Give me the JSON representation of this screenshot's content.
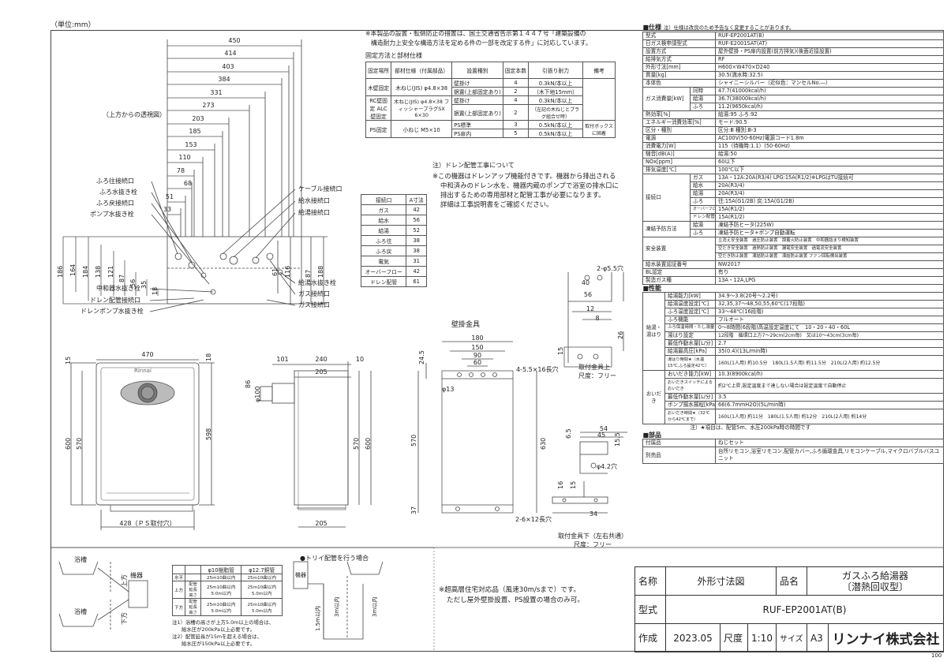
{
  "header": {
    "unit": "（単位:mm）"
  },
  "view": {
    "top_label": "（上方からの透視図）",
    "top_dims": [
      "450",
      "414",
      "403",
      "384",
      "331",
      "273",
      "203",
      "185",
      "153",
      "110",
      "78",
      "68",
      "51",
      "33"
    ],
    "left_dims": [
      "186",
      "164",
      "184",
      "138",
      "121",
      "87",
      "56",
      "35",
      "18"
    ],
    "right_dims": [
      "61",
      "116",
      "87",
      "188"
    ],
    "labels_left": [
      "ふろ往接続口",
      "ふろ水抜き栓",
      "ふろ戻接続口",
      "ポンプ水抜き栓"
    ],
    "labels_left_bottom": [
      "中和器水抜き栓",
      "ドレン配管接続口",
      "ドレンポンプ水抜き栓"
    ],
    "labels_right": [
      "ケーブル接続口",
      "給水接続口",
      "給湯接続口"
    ],
    "labels_right_bottom": [
      "給湯水抜き栓",
      "ガス接続口",
      "ガス接続口"
    ]
  },
  "front": {
    "w": "470",
    "h1": "600",
    "h2": "570",
    "h3": "598",
    "d15": "15",
    "d18": "18",
    "pitch": "428（ＰＳ取付穴）",
    "brand": "Rinnai"
  },
  "side": {
    "d101": "101",
    "d240": "240",
    "d10": "10",
    "d205": "205",
    "d86": "86",
    "dia": "φ100",
    "h570": "570",
    "h600": "600",
    "bottom": "205"
  },
  "bracket": {
    "title": "壁掛金具",
    "dims": [
      "180",
      "150",
      "90",
      "60",
      "24.5",
      "570",
      "37",
      "630"
    ],
    "hole_note": "4-5.5×16長穴",
    "dia": "φ13",
    "bottom_note": "2-6×12長穴",
    "lower_cap1": "取付金具下（左右共通）",
    "lower_cap2": "尺度：フリー"
  },
  "upper_fitting": {
    "holes": "2-φ5.5穴",
    "dims": [
      "40",
      "56",
      "12",
      "8",
      "26",
      "15"
    ],
    "cap1": "取付金具上",
    "cap2": "尺度：フリー"
  },
  "lower_fitting": {
    "dims": [
      "54",
      "45",
      "6.5",
      "15.5",
      "16",
      "15",
      "34",
      "φ4.2穴"
    ]
  },
  "notes": {
    "install1": "※本製品の設置・転倒防止の措置は、国土交通省告示第１４４７号「建築設備の",
    "install2": "構造耐力上安全な構造方法を定める件の一部を改定する件」に対応しています。",
    "fix_title": "固定方法と部材仕様",
    "drain_title": "注）ドレン配管工事について",
    "drain1": "※この機器はドレンアップ機能付きです。機器から排出される",
    "drain2": "中和済みのドレン水を、機器内蔵のポンプで浴室の排水口に",
    "drain3": "排出するための専用部材と配管工事が必要になります。",
    "drain4": "詳細は工事説明書をご確認ください。",
    "high1": "※超高層住宅対応品（風速30m/sまで）です。",
    "high2": "ただし屋外壁掛設置、PS設置の場合のみ可。",
    "note_bottom1": "注1）浴槽の高さが上方5.0m以上の場合は、",
    "note_bottom2": "給水圧が200kPa以上必要です。",
    "note_bottom3": "注2）配管延長が15mを超える場合は、",
    "note_bottom4": "給水圧が150kPa以上必要です。",
    "trap_title": "●トリイ配管を行う場合",
    "bath": "浴槽",
    "heater": "機器",
    "up": "上方",
    "down": "下方",
    "h5": "3m以内",
    "h15": "1.5m以内"
  },
  "fix_table": {
    "headers": [
      "固定場所",
      "部材仕様（付属部品）",
      "設置種別",
      "固定本数",
      "引張り耐力",
      "備考"
    ],
    "rows": [
      [
        "木壁固定",
        "木ねじ(JIS) φ4.8×38",
        "壁掛け",
        "4",
        "0.3kN/本以上",
        ""
      ],
      [
        "",
        "",
        "据置(上部固定あり)",
        "2",
        "（木下地15mm）",
        ""
      ],
      [
        "RC壁固定 ALC壁固定",
        "木ねじ(JIS) φ4.8×38 フィッシャープラグSX 6×30",
        "壁掛け",
        "4",
        "0.3kN/本以上",
        ""
      ],
      [
        "",
        "",
        "据置(上部固定あり)",
        "2",
        "（左記の木ねじとプラグ組合せ時）",
        ""
      ],
      [
        "PS固定",
        "小ねじ M5×10",
        "PS標準",
        "3",
        "0.5kN/本以上",
        "取付ボックスに固着"
      ],
      [
        "",
        "",
        "PS扉内",
        "5",
        "0.5kN/本以上",
        ""
      ]
    ]
  },
  "conn_table": {
    "headers": [
      "接続口",
      "A寸法"
    ],
    "rows": [
      [
        "ガス",
        "42"
      ],
      [
        "給水",
        "56"
      ],
      [
        "給湯",
        "52"
      ],
      [
        "ふろ往",
        "38"
      ],
      [
        "ふろ戻",
        "38"
      ],
      [
        "電気",
        "31"
      ],
      [
        "オーバーフロー",
        "42"
      ],
      [
        "ドレン配管",
        "61"
      ]
    ]
  },
  "pipe_table": {
    "headers": [
      "",
      "",
      "φ10樹脂管",
      "φ12.7銅管"
    ],
    "rows": [
      [
        "水平",
        "",
        "25m10曲以内",
        "25m10曲以内"
      ],
      [
        "上方",
        "配管延長高さ",
        "25m10曲以内 5.0m以内",
        "25m10曲以内 5.0m以内"
      ],
      [
        "下方",
        "配管延長高さ",
        "25m10曲以内 5.0m以内",
        "25m10曲以内 5.0m以内"
      ]
    ]
  },
  "spec": {
    "title": "■仕様",
    "title_note": "注）仕様は改良のため予告なく変更することがあります。",
    "rows": [
      [
        "型式",
        "RUF-EP2001AT(B)"
      ],
      [
        "日ガス検申請型式",
        "RUF-E2001SAT(AT)"
      ],
      [
        "設置方式",
        "屋外壁掛・PS扉内設置(前方排気)(後面近接設置)"
      ],
      [
        "給排気方式",
        "RF"
      ],
      [
        "外形寸法[mm]",
        "H600×W470×D240"
      ],
      [
        "質量[kg]",
        "30.5(満水時:32.5)"
      ],
      [
        "本体色",
        "シャイニーシルバー（近似色：マンセルNo.―）"
      ]
    ],
    "gas_label": "ガス消費量[kW]",
    "gas_rows": [
      [
        "同時",
        "47.7(41000kcal/h)"
      ],
      [
        "給湯",
        "36.7(38000kcal/h)"
      ],
      [
        "ふろ",
        "11.2(9650kcal/h)"
      ]
    ],
    "rows2": [
      [
        "熱効率[%]",
        "給湯:95 ふろ:92"
      ],
      [
        "エネルギー消費効率[%]",
        "モード:90.5"
      ],
      [
        "区分・種別",
        "区分:Ⅲ 種別:Ⅲ-3"
      ],
      [
        "電源",
        "AC100V(50-60Hz)電源コード1.8m"
      ],
      [
        "消費電力[W]",
        "115（待機時:1.1）(50-60Hz)"
      ],
      [
        "騒音[dB(A)]",
        "給湯:50"
      ],
      [
        "NOx[ppm]",
        "60以下"
      ],
      [
        "排気温度[℃]",
        "100℃以下"
      ]
    ],
    "conn_label": "接続口",
    "conn_rows": [
      [
        "ガス",
        "13A・12A:20A(R3/4) LPG:15A(R1/2)※LPGはTU接続可"
      ],
      [
        "給水",
        "20A(R3/4)"
      ],
      [
        "給湯",
        "20A(R3/4)"
      ],
      [
        "ふろ",
        "往:15A(G1/2B) 戻:15A(G1/2B)"
      ],
      [
        "オーバーフロー",
        "15A(R1/2)"
      ],
      [
        "ドレン配管",
        "15A(R1/2)"
      ]
    ],
    "freeze_label": "凍結予防方法",
    "freeze_rows": [
      [
        "給湯",
        "凍結予防ヒータ(225W)"
      ],
      [
        "ふろ",
        "凍結予防ヒータ+ポンプ自動運転"
      ]
    ],
    "safety_label": "安全装置",
    "safety_rows": [
      "立消え安全装置　過圧防止装置　誤着火防止装置　中和器詰まり検知装置",
      "空だき安全装置　過熱防止装置　漏電安全装置　過電流安全装置",
      "空だき防止装置　凍結防止装置　凍結防止装置 ファン回転検出装置"
    ],
    "rows3": [
      [
        "給水装置認証番号",
        "NW2017"
      ],
      [
        "BL認定",
        "有り"
      ],
      [
        "製造ガス種",
        "13A・12A,LPG"
      ]
    ],
    "perf_title": "■性能",
    "perf_rows": [
      [
        "給湯能力[kW]",
        "34.9～3.8(20号～2.2号)"
      ],
      [
        "給湯温度設定[℃]",
        "32,35,37～48,50,55,60℃(17段階)"
      ],
      [
        "ふろ温度設定[℃]",
        "33～48℃(16段階)"
      ],
      [
        "ふろ機能",
        "フルオート"
      ],
      [
        "ふろ保温時間・たし湯量",
        "0～8時間(6段階)高温設定温度にて　10・20・40・60L"
      ],
      [
        "湯はり設定",
        "12段階　循環口上方7～29cm(2cm毎)　又は10～43cm(3cm毎)"
      ],
      [
        "最低作動水量[L/分]",
        "2.7"
      ],
      [
        "給湯最高圧[kPa]",
        "35(0.4)(13L/min時)"
      ],
      [
        "湯はり時間★（水温15℃,ふろ設定42℃）",
        "160L(1人用) 約10.5分　180L(1.5人用) 約11.5分　210L(2人用) 約12.5分"
      ],
      [
        "おいだき能力[kW]",
        "10.3(8900kcal/h)"
      ],
      [
        "おいだきスイッチによるおいだき",
        "約2℃上昇,設定温度まで達しない場合は設定温度で自動停止"
      ],
      [
        "最低作動水量[L/分]",
        "3.5"
      ],
      [
        "ポンプ揚水揚程[kPa]",
        "66(6.7mmH2O)(5L/min時)"
      ],
      [
        "おいだき時間★（32℃から42℃まで）",
        "160L(1人用) 約11分　180L(1.5人用) 約12分　210L(2人用) 約14分"
      ]
    ],
    "perf_vert_labels": [
      "給湯・湯はり",
      "おいだき"
    ],
    "perf_note": "注）★項目は、配管5m、水圧200kPa時の時間です",
    "parts_title": "■部品",
    "parts_rows": [
      [
        "付属品",
        "ねじセット"
      ],
      [
        "別売品",
        "台所リモコン,浴室リモコン,配管カバー,ふろ循環金具,リモコンケーブル,マイクロバブルバスユニット"
      ]
    ]
  },
  "titleblock": {
    "name_label": "名称",
    "name_value": "外形寸法図",
    "product_label": "品名",
    "product1": "ガスふろ給湯器",
    "product2": "〔潜熱回収型〕",
    "model_label": "型式",
    "model_value": "RUF-EP2001AT(B)",
    "made_label": "作成",
    "date": "2023.05",
    "scale_label": "尺度",
    "scale": "1:10",
    "size_label": "サイズ",
    "size": "A3",
    "company": "リンナイ株式会社",
    "page": "100"
  }
}
